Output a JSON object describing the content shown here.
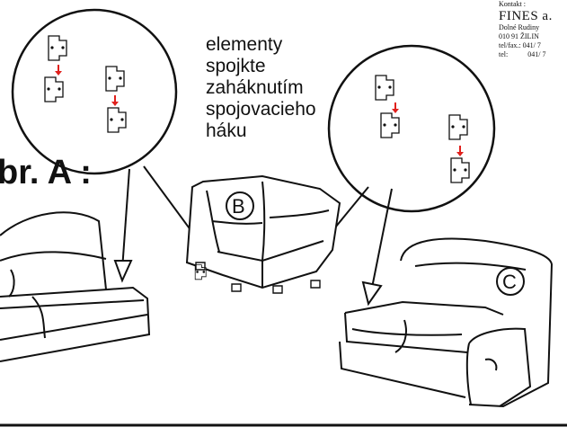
{
  "contact": {
    "heading": "Kontakt :",
    "company": "FINES a.",
    "street": "Dolné Rudiny",
    "city": "010 91 ŽILIN",
    "telfax_label": "tel/fax.:",
    "telfax_value": "041/ 7",
    "tel_label": "tel:",
    "tel_value": "041/ 7"
  },
  "instruction": {
    "lines": [
      "elementy",
      "spojkte",
      "zaháknutím",
      "spojovacieho",
      "háku"
    ]
  },
  "figure_label": "br. A :",
  "modules": {
    "corner_letter": "B",
    "right_letter": "C"
  },
  "colors": {
    "ink": "#111111",
    "arrow_red": "#e0201c"
  }
}
